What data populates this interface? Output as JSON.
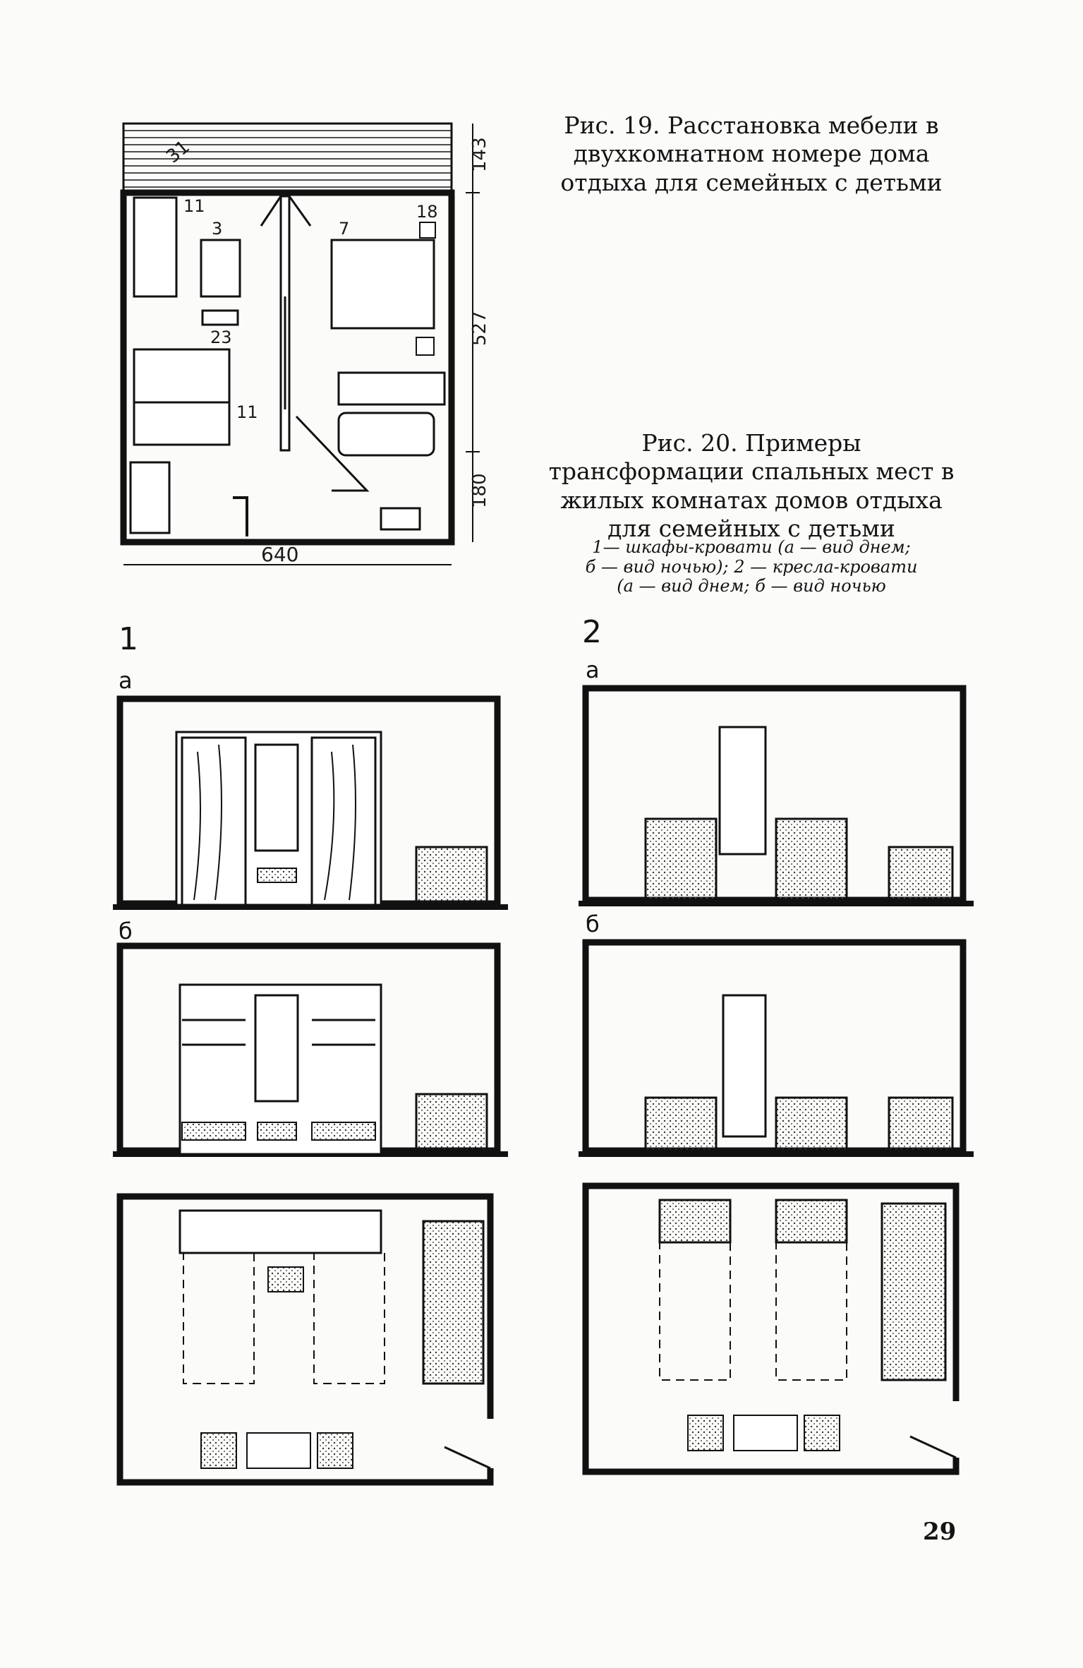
{
  "figure19": {
    "caption": "Рис. 19. Расстановка мебели в двухкомнатном номере дома отдыха для семейных с детьми",
    "labels": {
      "n31": "31",
      "n11a": "11",
      "n3": "3",
      "n7": "7",
      "n18": "18",
      "n23": "23",
      "n11b": "11",
      "dim_width": "640",
      "dim_143": "143",
      "dim_527": "527",
      "dim_180": "180"
    }
  },
  "figure20": {
    "caption": "Рис. 20. Примеры трансформации спальных мест в жилых комнатах домов отдыха для семейных с детьми",
    "legend_line1": "1— шкафы-кровати (а — вид днем;",
    "legend_line2": "б — вид ночью); 2 — кресла-кровати",
    "legend_line3": "(а — вид днем; б — вид ночью",
    "group1_number": "1",
    "group2_number": "2",
    "sub_a": "а",
    "sub_b": "б"
  },
  "page_number": "29"
}
